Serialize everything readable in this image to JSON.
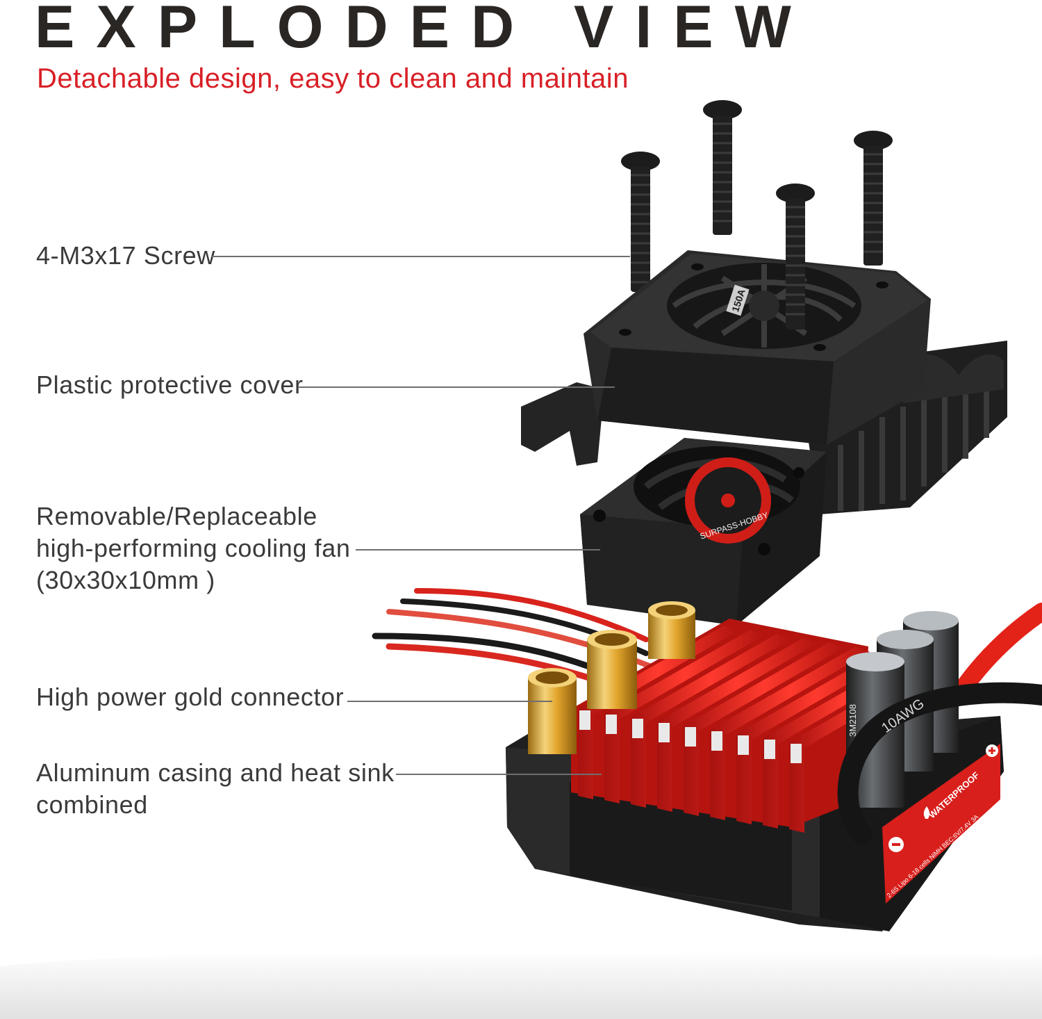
{
  "title": "EXPLODED VIEW",
  "subtitle": "Detachable design, easy to clean and maintain",
  "callouts": [
    {
      "lines": [
        "4-M3x17 Screw"
      ]
    },
    {
      "lines": [
        "Plastic protective cover"
      ]
    },
    {
      "lines": [
        "Removable/Replaceable",
        "high-performing cooling fan",
        "(30x30x10mm )"
      ]
    },
    {
      "lines": [
        "High power gold connector"
      ]
    },
    {
      "lines": [
        "Aluminum casing and heat sink",
        "combined"
      ]
    }
  ],
  "product_markings": {
    "cover_badge": "150A",
    "fan_brand": "SURPASS-HOBBY",
    "cable_gauge": "10AWG",
    "waterproof_label": "WATERPROOF",
    "spec_label": "2-6S Lipo 6-18 cells NiMH  BEC:6V/7.4V 3A",
    "capacitor_label": "3M2108"
  },
  "colors": {
    "title": "#2a2624",
    "subtitle": "#d81f26",
    "heatsink_red": "#e0201c",
    "housing_black": "#262626",
    "connector_gold": "#e8b33a",
    "leader_line": "#6e6e6e"
  },
  "icons": [
    "screw-icon",
    "waterproof-drop-icon",
    "polarity-minus-icon",
    "polarity-plus-icon"
  ]
}
